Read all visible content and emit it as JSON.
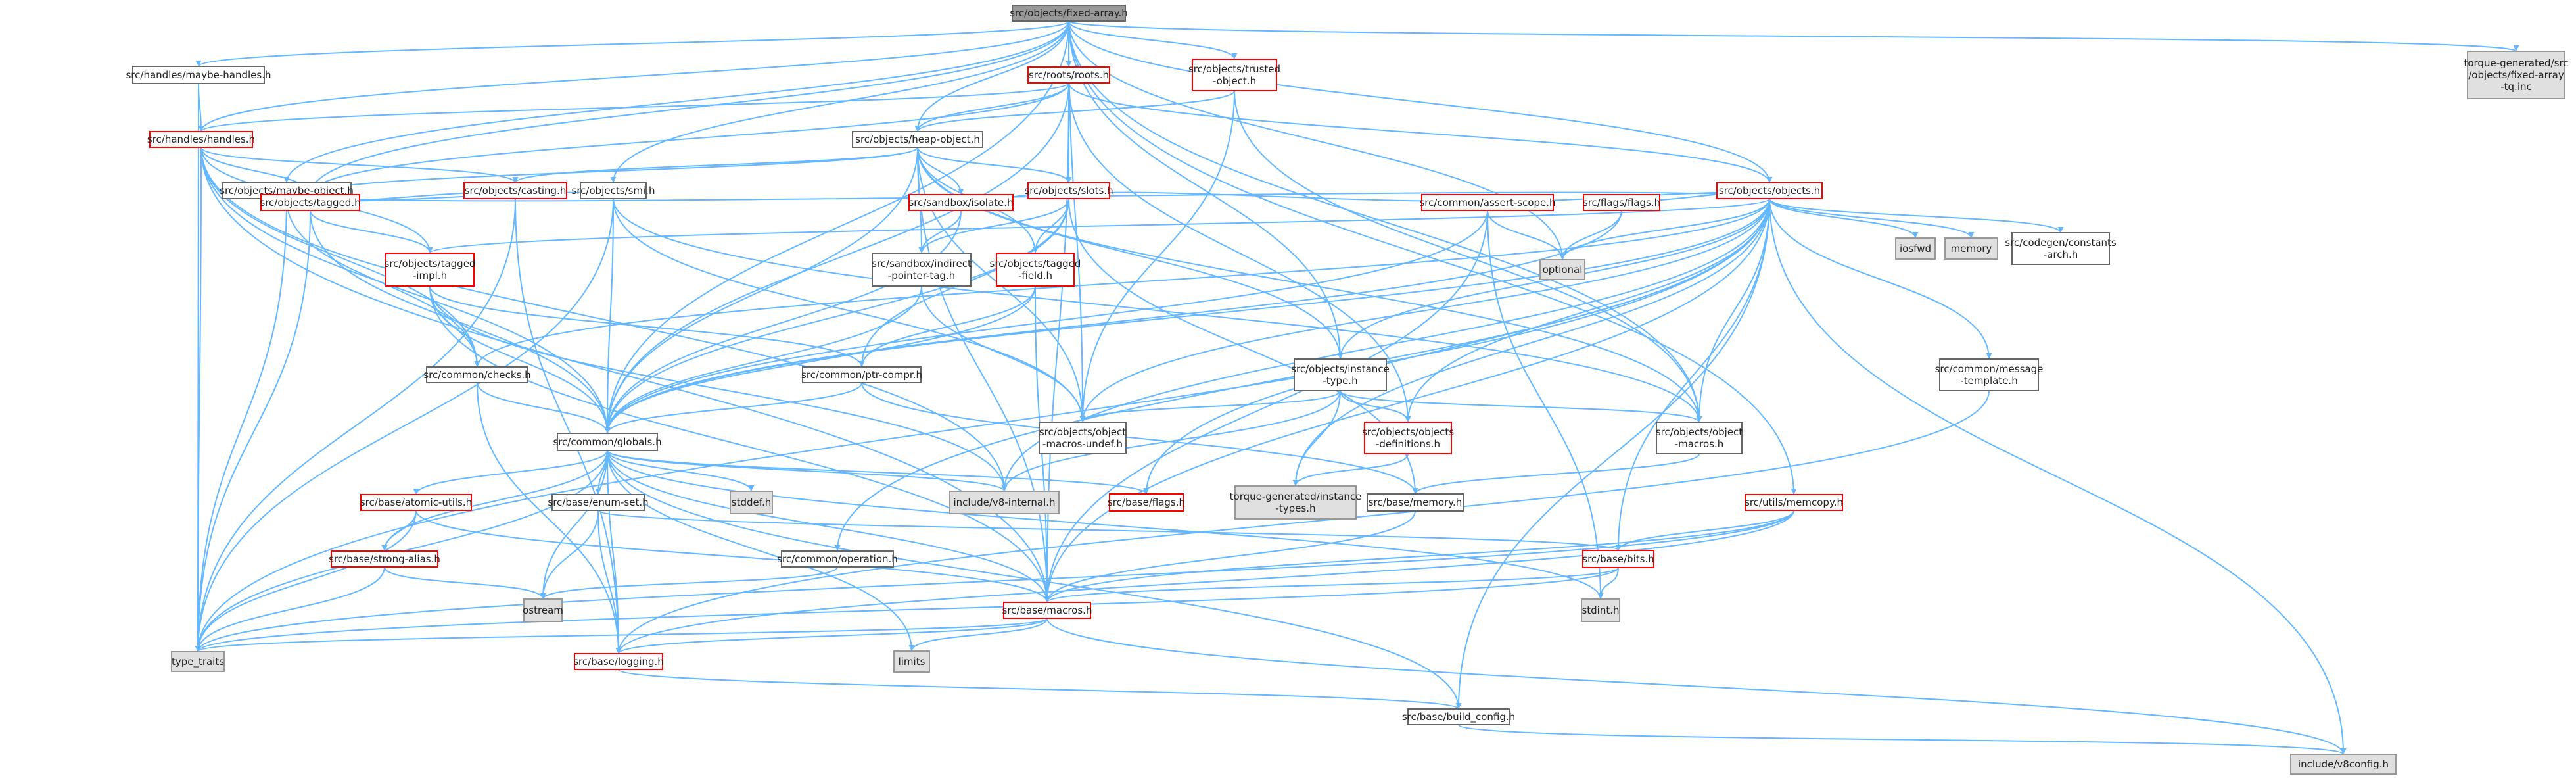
{
  "diagram": {
    "colors": {
      "edge": "#63b8ff",
      "root_fill": "#999999",
      "normal_border": "#666666",
      "red_border": "#ff0000",
      "external_fill": "#e0e0e0",
      "external_border": "#999999",
      "node_fill": "#ffffff"
    },
    "nodes": [
      {
        "id": "fixed_array",
        "lines": [
          "src/objects/fixed-array.h"
        ],
        "kind": "root"
      },
      {
        "id": "maybe_handles",
        "lines": [
          "src/handles/maybe-handles.h"
        ],
        "kind": "normal"
      },
      {
        "id": "roots",
        "lines": [
          "src/roots/roots.h"
        ],
        "kind": "red"
      },
      {
        "id": "trusted_object",
        "lines": [
          "src/objects/trusted",
          "-object.h"
        ],
        "kind": "red"
      },
      {
        "id": "torque_fixed",
        "lines": [
          "torque-generated/src",
          "/objects/fixed-array",
          "-tq.inc"
        ],
        "kind": "external"
      },
      {
        "id": "handles",
        "lines": [
          "src/handles/handles.h"
        ],
        "kind": "red"
      },
      {
        "id": "heap_object",
        "lines": [
          "src/objects/heap-object.h"
        ],
        "kind": "normal"
      },
      {
        "id": "maybe_object",
        "lines": [
          "src/objects/maybe-object.h"
        ],
        "kind": "normal"
      },
      {
        "id": "casting",
        "lines": [
          "src/objects/casting.h"
        ],
        "kind": "red"
      },
      {
        "id": "smi",
        "lines": [
          "src/objects/smi.h"
        ],
        "kind": "normal"
      },
      {
        "id": "slots",
        "lines": [
          "src/objects/slots.h"
        ],
        "kind": "red"
      },
      {
        "id": "objects",
        "lines": [
          "src/objects/objects.h"
        ],
        "kind": "red"
      },
      {
        "id": "tagged",
        "lines": [
          "src/objects/tagged.h"
        ],
        "kind": "red"
      },
      {
        "id": "sandbox_isolate",
        "lines": [
          "src/sandbox/isolate.h"
        ],
        "kind": "red"
      },
      {
        "id": "assert_scope",
        "lines": [
          "src/common/assert-scope.h"
        ],
        "kind": "red"
      },
      {
        "id": "flags",
        "lines": [
          "src/flags/flags.h"
        ],
        "kind": "red"
      },
      {
        "id": "iosfwd",
        "lines": [
          "iosfwd"
        ],
        "kind": "external"
      },
      {
        "id": "memory",
        "lines": [
          "memory"
        ],
        "kind": "external"
      },
      {
        "id": "codegen_constants",
        "lines": [
          "src/codegen/constants",
          "-arch.h"
        ],
        "kind": "normal"
      },
      {
        "id": "tagged_impl",
        "lines": [
          "src/objects/tagged",
          "-impl.h"
        ],
        "kind": "red"
      },
      {
        "id": "indirect_pointer",
        "lines": [
          "src/sandbox/indirect",
          "-pointer-tag.h"
        ],
        "kind": "normal"
      },
      {
        "id": "tagged_field",
        "lines": [
          "src/objects/tagged",
          "-field.h"
        ],
        "kind": "red"
      },
      {
        "id": "optional",
        "lines": [
          "optional"
        ],
        "kind": "external"
      },
      {
        "id": "checks",
        "lines": [
          "src/common/checks.h"
        ],
        "kind": "normal"
      },
      {
        "id": "ptr_compr",
        "lines": [
          "src/common/ptr-compr.h"
        ],
        "kind": "normal"
      },
      {
        "id": "instance_type",
        "lines": [
          "src/objects/instance",
          "-type.h"
        ],
        "kind": "normal"
      },
      {
        "id": "message_template",
        "lines": [
          "src/common/message",
          "-template.h"
        ],
        "kind": "normal"
      },
      {
        "id": "globals",
        "lines": [
          "src/common/globals.h"
        ],
        "kind": "normal"
      },
      {
        "id": "macros_undef",
        "lines": [
          "src/objects/object",
          "-macros-undef.h"
        ],
        "kind": "normal"
      },
      {
        "id": "objects_definitions",
        "lines": [
          "src/objects/objects",
          "-definitions.h"
        ],
        "kind": "red"
      },
      {
        "id": "object_macros",
        "lines": [
          "src/objects/object",
          "-macros.h"
        ],
        "kind": "normal"
      },
      {
        "id": "atomic_utils",
        "lines": [
          "src/base/atomic-utils.h"
        ],
        "kind": "red"
      },
      {
        "id": "enum_set",
        "lines": [
          "src/base/enum-set.h"
        ],
        "kind": "normal"
      },
      {
        "id": "stddef",
        "lines": [
          "stddef.h"
        ],
        "kind": "external"
      },
      {
        "id": "v8_internal",
        "lines": [
          "include/v8-internal.h"
        ],
        "kind": "external"
      },
      {
        "id": "base_flags",
        "lines": [
          "src/base/flags.h"
        ],
        "kind": "red"
      },
      {
        "id": "torque_instance",
        "lines": [
          "torque-generated/instance",
          "-types.h"
        ],
        "kind": "external"
      },
      {
        "id": "base_memory",
        "lines": [
          "src/base/memory.h"
        ],
        "kind": "normal"
      },
      {
        "id": "memcopy",
        "lines": [
          "src/utils/memcopy.h"
        ],
        "kind": "red"
      },
      {
        "id": "strong_alias",
        "lines": [
          "src/base/strong-alias.h"
        ],
        "kind": "red"
      },
      {
        "id": "operation",
        "lines": [
          "src/common/operation.h"
        ],
        "kind": "normal"
      },
      {
        "id": "bits",
        "lines": [
          "src/base/bits.h"
        ],
        "kind": "red"
      },
      {
        "id": "ostream",
        "lines": [
          "ostream"
        ],
        "kind": "external"
      },
      {
        "id": "macros",
        "lines": [
          "src/base/macros.h"
        ],
        "kind": "red"
      },
      {
        "id": "stdint",
        "lines": [
          "stdint.h"
        ],
        "kind": "external"
      },
      {
        "id": "type_traits",
        "lines": [
          "type_traits"
        ],
        "kind": "external"
      },
      {
        "id": "logging",
        "lines": [
          "src/base/logging.h"
        ],
        "kind": "red"
      },
      {
        "id": "limits",
        "lines": [
          "limits"
        ],
        "kind": "external"
      },
      {
        "id": "build_config",
        "lines": [
          "src/base/build_config.h"
        ],
        "kind": "normal"
      },
      {
        "id": "v8config",
        "lines": [
          "include/v8config.h"
        ],
        "kind": "external"
      }
    ],
    "edges": [
      [
        "fixed_array",
        "maybe_handles"
      ],
      [
        "fixed_array",
        "roots"
      ],
      [
        "fixed_array",
        "trusted_object"
      ],
      [
        "fixed_array",
        "torque_fixed"
      ],
      [
        "fixed_array",
        "heap_object"
      ],
      [
        "fixed_array",
        "maybe_object"
      ],
      [
        "fixed_array",
        "smi"
      ],
      [
        "fixed_array",
        "objects"
      ],
      [
        "fixed_array",
        "tagged"
      ],
      [
        "fixed_array",
        "globals"
      ],
      [
        "fixed_array",
        "instance_type"
      ],
      [
        "fixed_array",
        "object_macros"
      ],
      [
        "fixed_array",
        "memcopy"
      ],
      [
        "fixed_array",
        "optional"
      ],
      [
        "fixed_array",
        "macros_undef"
      ],
      [
        "fixed_array",
        "handles"
      ],
      [
        "maybe_handles",
        "handles"
      ],
      [
        "maybe_handles",
        "type_traits"
      ],
      [
        "roots",
        "heap_object"
      ],
      [
        "roots",
        "slots"
      ],
      [
        "roots",
        "objects"
      ],
      [
        "roots",
        "handles"
      ],
      [
        "roots",
        "tagged"
      ],
      [
        "roots",
        "globals"
      ],
      [
        "roots",
        "objects_definitions"
      ],
      [
        "roots",
        "macros"
      ],
      [
        "trusted_object",
        "heap_object"
      ],
      [
        "trusted_object",
        "macros_undef"
      ],
      [
        "trusted_object",
        "object_macros"
      ],
      [
        "handles",
        "casting"
      ],
      [
        "handles",
        "tagged"
      ],
      [
        "handles",
        "tagged_impl"
      ],
      [
        "handles",
        "checks"
      ],
      [
        "handles",
        "globals"
      ],
      [
        "handles",
        "type_traits"
      ],
      [
        "handles",
        "v8_internal"
      ],
      [
        "handles",
        "macros"
      ],
      [
        "heap_object",
        "casting"
      ],
      [
        "heap_object",
        "slots"
      ],
      [
        "heap_object",
        "sandbox_isolate"
      ],
      [
        "heap_object",
        "tagged_field"
      ],
      [
        "heap_object",
        "indirect_pointer"
      ],
      [
        "heap_object",
        "instance_type"
      ],
      [
        "heap_object",
        "macros_undef"
      ],
      [
        "heap_object",
        "object_macros"
      ],
      [
        "heap_object",
        "globals"
      ],
      [
        "heap_object",
        "tagged"
      ],
      [
        "heap_object",
        "macros"
      ],
      [
        "maybe_object",
        "tagged"
      ],
      [
        "maybe_object",
        "checks"
      ],
      [
        "maybe_object",
        "type_traits"
      ],
      [
        "casting",
        "tagged"
      ],
      [
        "casting",
        "type_traits"
      ],
      [
        "casting",
        "logging"
      ],
      [
        "smi",
        "tagged"
      ],
      [
        "smi",
        "globals"
      ],
      [
        "smi",
        "macros_undef"
      ],
      [
        "smi",
        "object_macros"
      ],
      [
        "smi",
        "type_traits"
      ],
      [
        "slots",
        "sandbox_isolate"
      ],
      [
        "slots",
        "assert_scope"
      ],
      [
        "slots",
        "tagged_field"
      ],
      [
        "slots",
        "globals"
      ],
      [
        "slots",
        "base_memory"
      ],
      [
        "slots",
        "ptr_compr"
      ],
      [
        "slots",
        "indirect_pointer"
      ],
      [
        "objects",
        "tagged"
      ],
      [
        "objects",
        "assert_scope"
      ],
      [
        "objects",
        "flags"
      ],
      [
        "objects",
        "iosfwd"
      ],
      [
        "objects",
        "memory"
      ],
      [
        "objects",
        "codegen_constants"
      ],
      [
        "objects",
        "message_template"
      ],
      [
        "objects",
        "object_macros"
      ],
      [
        "objects",
        "objects_definitions"
      ],
      [
        "objects",
        "instance_type"
      ],
      [
        "objects",
        "globals"
      ],
      [
        "objects",
        "bits"
      ],
      [
        "objects",
        "macros"
      ],
      [
        "objects",
        "v8config"
      ],
      [
        "objects",
        "build_config"
      ],
      [
        "objects",
        "checks"
      ],
      [
        "objects",
        "tagged_impl"
      ],
      [
        "objects",
        "optional"
      ],
      [
        "objects",
        "macros_undef"
      ],
      [
        "objects",
        "base_flags"
      ],
      [
        "objects",
        "v8_internal"
      ],
      [
        "objects",
        "operation"
      ],
      [
        "objects",
        "type_traits"
      ],
      [
        "objects",
        "torque_instance"
      ],
      [
        "tagged",
        "tagged_impl"
      ],
      [
        "tagged",
        "type_traits"
      ],
      [
        "tagged",
        "globals"
      ],
      [
        "sandbox_isolate",
        "indirect_pointer"
      ],
      [
        "sandbox_isolate",
        "globals"
      ],
      [
        "assert_scope",
        "optional"
      ],
      [
        "assert_scope",
        "globals"
      ],
      [
        "assert_scope",
        "stdint"
      ],
      [
        "assert_scope",
        "macros"
      ],
      [
        "flags",
        "globals"
      ],
      [
        "flags",
        "optional"
      ],
      [
        "tagged_impl",
        "checks"
      ],
      [
        "tagged_impl",
        "ptr_compr"
      ],
      [
        "tagged_impl",
        "globals"
      ],
      [
        "tagged_impl",
        "v8_internal"
      ],
      [
        "tagged_impl",
        "macros"
      ],
      [
        "indirect_pointer",
        "globals"
      ],
      [
        "indirect_pointer",
        "macros_undef"
      ],
      [
        "tagged_field",
        "globals"
      ],
      [
        "tagged_field",
        "ptr_compr"
      ],
      [
        "tagged_field",
        "macros"
      ],
      [
        "checks",
        "globals"
      ],
      [
        "checks",
        "logging"
      ],
      [
        "ptr_compr",
        "globals"
      ],
      [
        "ptr_compr",
        "base_memory"
      ],
      [
        "instance_type",
        "objects_definitions"
      ],
      [
        "instance_type",
        "object_macros"
      ],
      [
        "instance_type",
        "macros_undef"
      ],
      [
        "instance_type",
        "torque_instance"
      ],
      [
        "instance_type",
        "v8_internal"
      ],
      [
        "message_template",
        "logging"
      ],
      [
        "globals",
        "atomic_utils"
      ],
      [
        "globals",
        "enum_set"
      ],
      [
        "globals",
        "stddef"
      ],
      [
        "globals",
        "v8_internal"
      ],
      [
        "globals",
        "base_flags"
      ],
      [
        "globals",
        "macros"
      ],
      [
        "globals",
        "strong_alias"
      ],
      [
        "globals",
        "logging"
      ],
      [
        "globals",
        "ostream"
      ],
      [
        "globals",
        "limits"
      ],
      [
        "globals",
        "build_config"
      ],
      [
        "globals",
        "stdint"
      ],
      [
        "globals",
        "type_traits"
      ],
      [
        "objects_definitions",
        "torque_instance"
      ],
      [
        "object_macros",
        "base_memory"
      ],
      [
        "atomic_utils",
        "strong_alias"
      ],
      [
        "atomic_utils",
        "macros"
      ],
      [
        "atomic_utils",
        "type_traits"
      ],
      [
        "enum_set",
        "bits"
      ],
      [
        "enum_set",
        "logging"
      ],
      [
        "enum_set",
        "ostream"
      ],
      [
        "base_memory",
        "macros"
      ],
      [
        "memcopy",
        "bits"
      ],
      [
        "memcopy",
        "macros"
      ],
      [
        "memcopy",
        "logging"
      ],
      [
        "memcopy",
        "type_traits"
      ],
      [
        "strong_alias",
        "type_traits"
      ],
      [
        "strong_alias",
        "ostream"
      ],
      [
        "operation",
        "ostream"
      ],
      [
        "bits",
        "macros"
      ],
      [
        "bits",
        "stdint"
      ],
      [
        "bits",
        "type_traits"
      ],
      [
        "macros",
        "logging"
      ],
      [
        "macros",
        "limits"
      ],
      [
        "macros",
        "type_traits"
      ],
      [
        "macros",
        "v8config"
      ],
      [
        "logging",
        "build_config"
      ],
      [
        "build_config",
        "v8config"
      ]
    ]
  }
}
